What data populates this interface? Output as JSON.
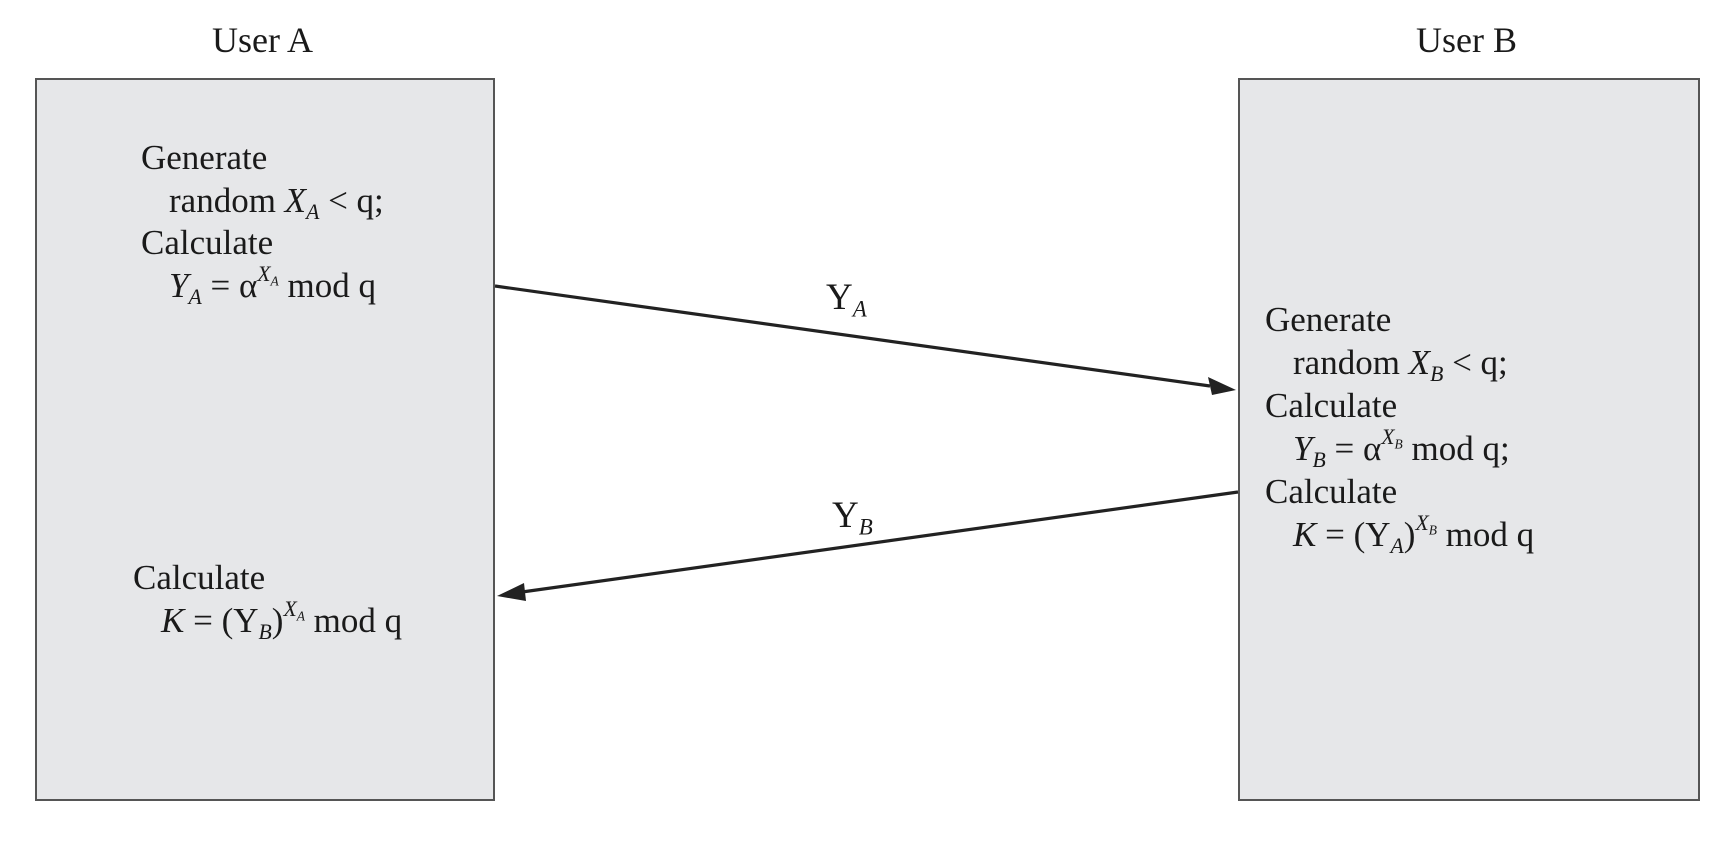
{
  "user_a": {
    "title": "User A",
    "generate": "Generate",
    "random": "random",
    "random_var": "X",
    "random_sub": "A",
    "random_rest": " < q;",
    "calculate_1": "Calculate",
    "y_var": "Y",
    "y_sub": "A",
    "y_eq": " = α",
    "y_exp": "X",
    "y_exp_sub": "A",
    "y_mod": " mod q",
    "calculate_2": "Calculate",
    "k_var": "K",
    "k_eq": " = (Y",
    "k_sub": "B",
    "k_close": ")",
    "k_exp": "X",
    "k_exp_sub": "A",
    "k_mod": " mod q"
  },
  "user_b": {
    "title": "User B",
    "generate": "Generate",
    "random": "random",
    "random_var": "X",
    "random_sub": "B",
    "random_rest": " < q;",
    "calculate_1": "Calculate",
    "y_var": "Y",
    "y_sub": "B",
    "y_eq": " = α",
    "y_exp": "X",
    "y_exp_sub": "B",
    "y_mod": " mod q;",
    "calculate_2": "Calculate",
    "k_var": "K",
    "k_eq": " = (Y",
    "k_sub": "A",
    "k_close": ")",
    "k_exp": "X",
    "k_exp_sub": "B",
    "k_mod": " mod q"
  },
  "messages": {
    "ya": {
      "main": "Y",
      "sub": "A"
    },
    "yb": {
      "main": "Y",
      "sub": "B"
    }
  },
  "colors": {
    "panel_fill": "#e6e7e9",
    "panel_border": "#555555",
    "arrow": "#222222"
  }
}
